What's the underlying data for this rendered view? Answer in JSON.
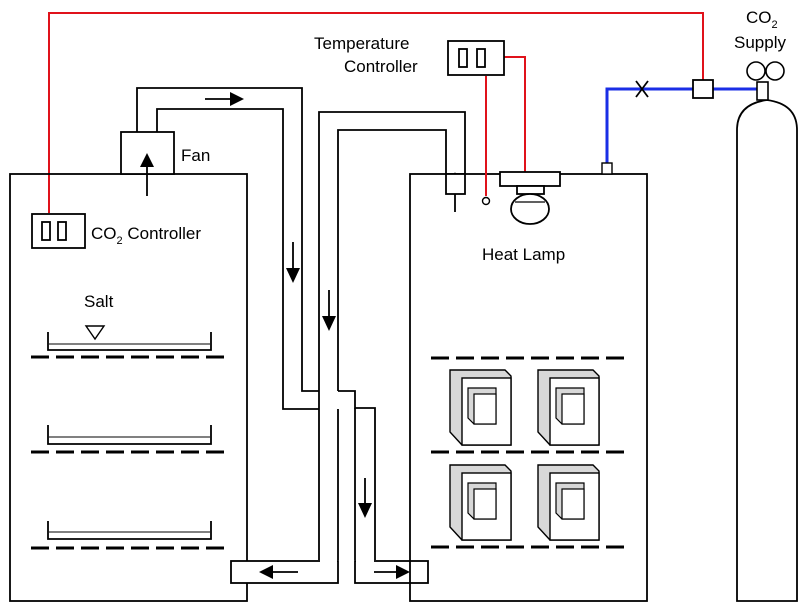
{
  "labels": {
    "temperature_line1": "Temperature",
    "temperature_line2": "Controller",
    "co2_supply_line1": "CO",
    "co2_supply_sub": "2",
    "co2_supply_line2": "Supply",
    "fan": "Fan",
    "co2_controller_prefix": "CO",
    "co2_controller_sub": "2",
    "co2_controller_suffix": " Controller",
    "heat_lamp": "Heat Lamp",
    "salt": "Salt"
  },
  "colors": {
    "co2_signal_line": "#e0121b",
    "temperature_signal_line": "#e0121b",
    "co2_gas_line": "#1a2ee6",
    "outline": "#000000",
    "cage_shade": "#d8d8d8"
  },
  "icons": {
    "valve": "x-valve-icon",
    "gas_cylinder": "co2-cylinder-icon",
    "controller": "controller-box-icon",
    "flow_arrow": "flow-arrow-icon",
    "water_level": "triangle-level-icon"
  }
}
